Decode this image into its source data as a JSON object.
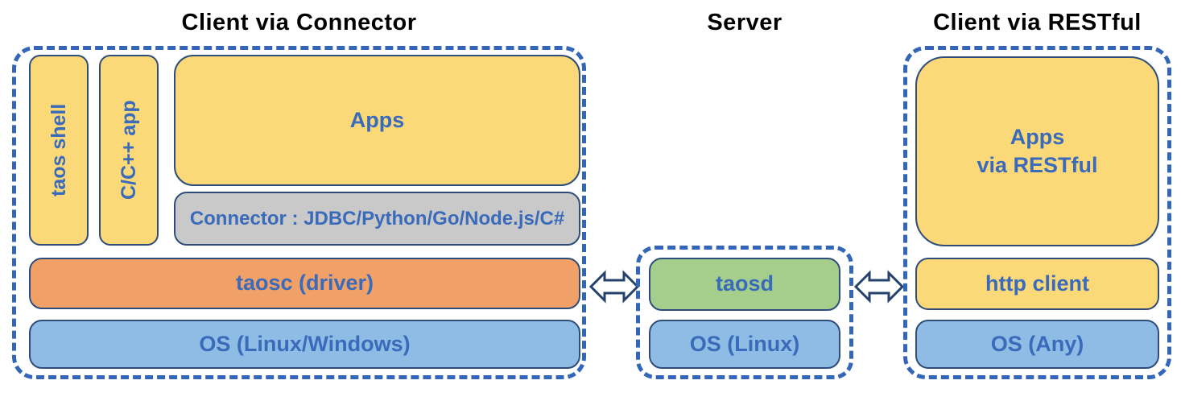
{
  "titles": {
    "client_connector": "Client via Connector",
    "server": "Server",
    "client_restful": "Client via RESTful"
  },
  "client_connector": {
    "taos_shell": "taos shell",
    "cpp_app": "C/C++ app",
    "apps": "Apps",
    "connector": "Connector : JDBC/Python/Go/Node.js/C#",
    "taosc": "taosc (driver)",
    "os": "OS (Linux/Windows)"
  },
  "server": {
    "taosd": "taosd",
    "os": "OS (Linux)"
  },
  "client_restful": {
    "apps": "Apps\nvia RESTful",
    "http_client": "http client",
    "os": "OS (Any)"
  },
  "icons": {
    "left_link": "bidirectional-arrow",
    "right_link": "bidirectional-arrow"
  },
  "colors": {
    "yellow": "#FBD878",
    "orange": "#F1A168",
    "blue": "#8FBCE4",
    "green": "#A5CD8C",
    "gray": "#C9C9C9",
    "box_border": "#2E4D7B",
    "dashed_border": "#3366B8",
    "label_blue": "#3A6BBA",
    "title_black": "#000000"
  }
}
